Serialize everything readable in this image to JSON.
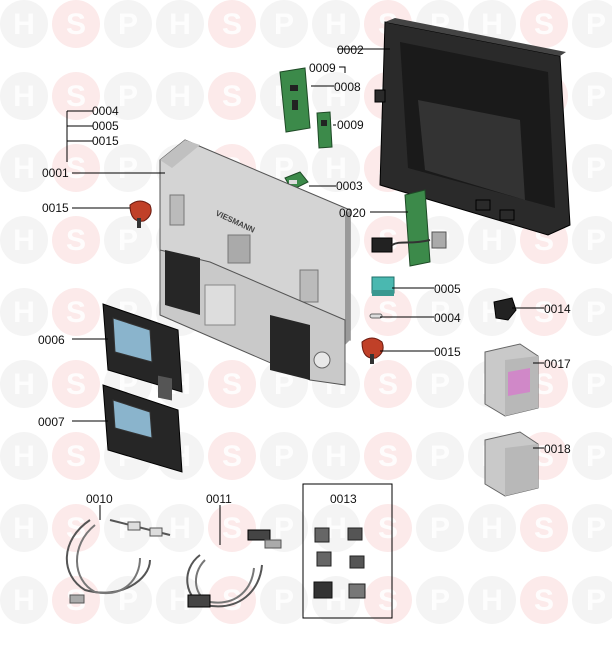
{
  "watermark": {
    "letters": [
      "H",
      "S",
      "P"
    ],
    "accent": "#e03030",
    "tint": "#cfcfcf"
  },
  "callouts": {
    "c0002": "0002",
    "c0009a": "0009",
    "c0008": "0008",
    "c0009b": "0009",
    "c0004a": "0004",
    "c0005a": "0005",
    "c0015a": "0015",
    "c0001": "0001",
    "c0003": "0003",
    "c0015b": "0015",
    "c0020": "0020",
    "c0005b": "0005",
    "c0004b": "0004",
    "c0014": "0014",
    "c0006": "0006",
    "c0015c": "0015",
    "c0017": "0017",
    "c0007": "0007",
    "c0018": "0018",
    "c0010": "0010",
    "c0011": "0011",
    "c0013": "0013"
  },
  "logo_text": "VIESMANN",
  "colors": {
    "line": "#000000",
    "housing_light": "#d4d4d4",
    "housing_dark": "#9a9a9a",
    "panel_black": "#262626",
    "pcb_green": "#3c8a4a",
    "screen_blue": "#8ab4cc",
    "teal_part": "#4ab8b0",
    "red_part": "#c04028",
    "pink_label": "#d088c8"
  }
}
